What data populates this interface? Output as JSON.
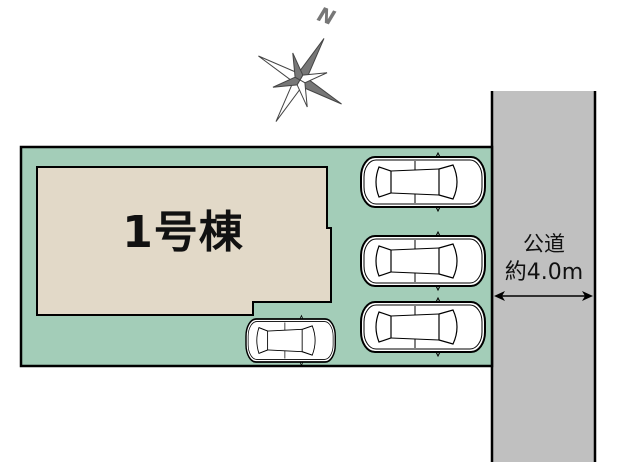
{
  "diagram": {
    "type": "site-plan",
    "building": {
      "label": "1号棟",
      "fill": "#e2d9c8"
    },
    "lot": {
      "fill": "#a3cdb8"
    },
    "road": {
      "name": "公道",
      "width_label": "約4.0m",
      "fill": "#c0c0c0"
    },
    "compass": {
      "label": "N",
      "color": "#777777"
    },
    "parking": {
      "car_count": 4
    }
  }
}
